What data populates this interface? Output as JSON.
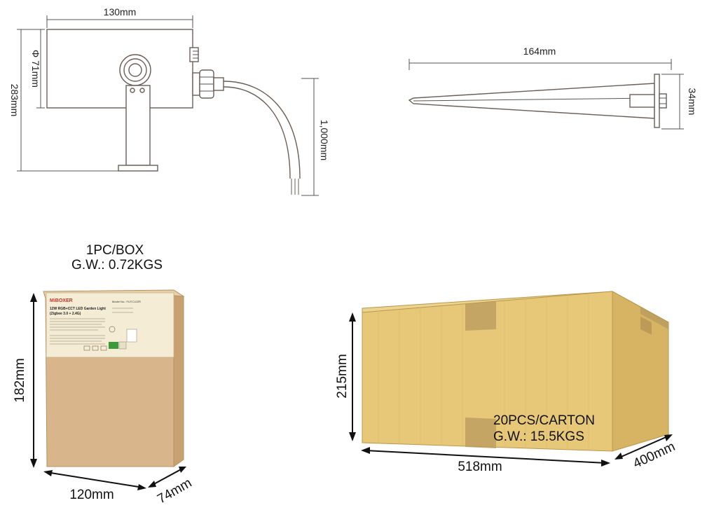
{
  "front_view": {
    "width_label": "130mm",
    "lens_label": "Φ 71mm",
    "height_label": "283mm",
    "cable_label": "1,000mm"
  },
  "spike_view": {
    "length_label": "164mm",
    "flange_label": "34mm"
  },
  "single_box": {
    "header_line1": "1PC/BOX",
    "header_line2": "G.W.: 0.72KGS",
    "height_label": "182mm",
    "width_label": "120mm",
    "depth_label": "74mm",
    "label_brand": "MiBOXER",
    "label_title": "12W RGB+CCT LED Garden Light",
    "label_subtitle": "(Zigbee 3.0 + 2.4G)",
    "label_model": "Model No.: FUTC12ZR"
  },
  "carton": {
    "text_line1": "20PCS/CARTON",
    "text_line2": "G.W.: 15.5KGS",
    "height_label": "215mm",
    "width_label": "518mm",
    "depth_label": "400mm"
  },
  "colors": {
    "kraft_front": "#d9b58b",
    "kraft_side": "#c9a170",
    "carton_front": "#e6c878",
    "carton_side": "#d6b463",
    "tape": "#b89a5e",
    "label_bg": "#f4ecd4"
  }
}
